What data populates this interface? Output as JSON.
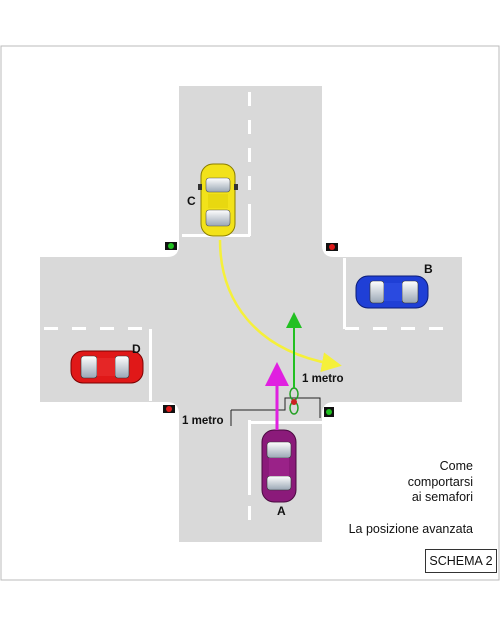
{
  "labels": {
    "car_a": "A",
    "car_b": "B",
    "car_c": "C",
    "car_d": "D",
    "meter_right": "1 metro",
    "meter_left": "1 metro"
  },
  "caption": {
    "line1": "Come",
    "line2": "comportarsi",
    "line3": "ai semafori",
    "subtitle": "La posizione avanzata"
  },
  "schema_label": "SCHEMA 2",
  "colors": {
    "road": "#d9d9d9",
    "lane_marking": "#ffffff",
    "car_a": "#8b1a7a",
    "car_b": "#1f3fd6",
    "car_c": "#f2e21a",
    "car_d": "#e01818",
    "arrow_car_c": "#f5f03a",
    "arrow_car_a": "#e020e0",
    "arrow_bicycle": "#22c022",
    "traffic_light_red": "#dd1a1a",
    "traffic_light_green": "#1fbf1f"
  },
  "icons": [
    "traffic-light-icon",
    "bicycle-icon",
    "car-icon"
  ]
}
